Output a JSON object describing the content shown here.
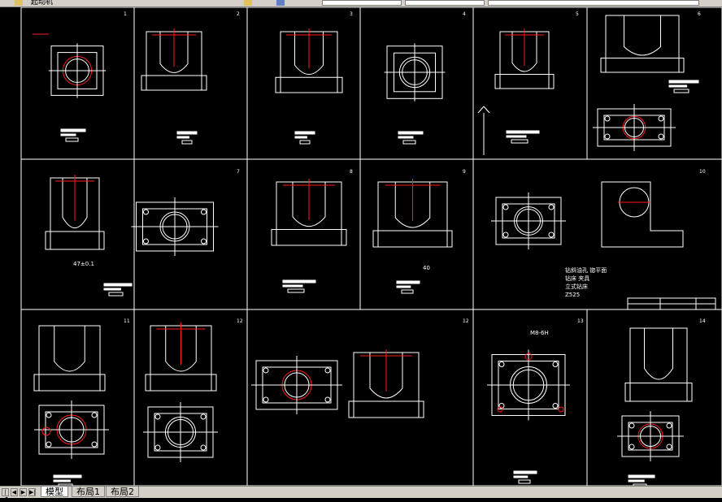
{
  "toolbar": {
    "layer_label": "起动机"
  },
  "layout_tabs": {
    "tabs": [
      "模型",
      "布局1",
      "布局2"
    ],
    "active_index": 0
  },
  "sheet": {
    "cells": [
      "1",
      "2",
      "3",
      "4",
      "5",
      "6",
      "7",
      "8",
      "9",
      "10",
      "11",
      "12",
      "12",
      "13",
      "14"
    ],
    "callouts": [
      "40",
      "47±0.1",
      "M8-6H"
    ],
    "notes": [
      "钻斜油孔 锪平面",
      "钻床 夹具",
      "立式钻床",
      "Z525"
    ]
  },
  "colors": {
    "background": "#000000",
    "line": "#ffffff",
    "accent": "#ff1a1a",
    "ui_gray": "#d4d0c8"
  }
}
